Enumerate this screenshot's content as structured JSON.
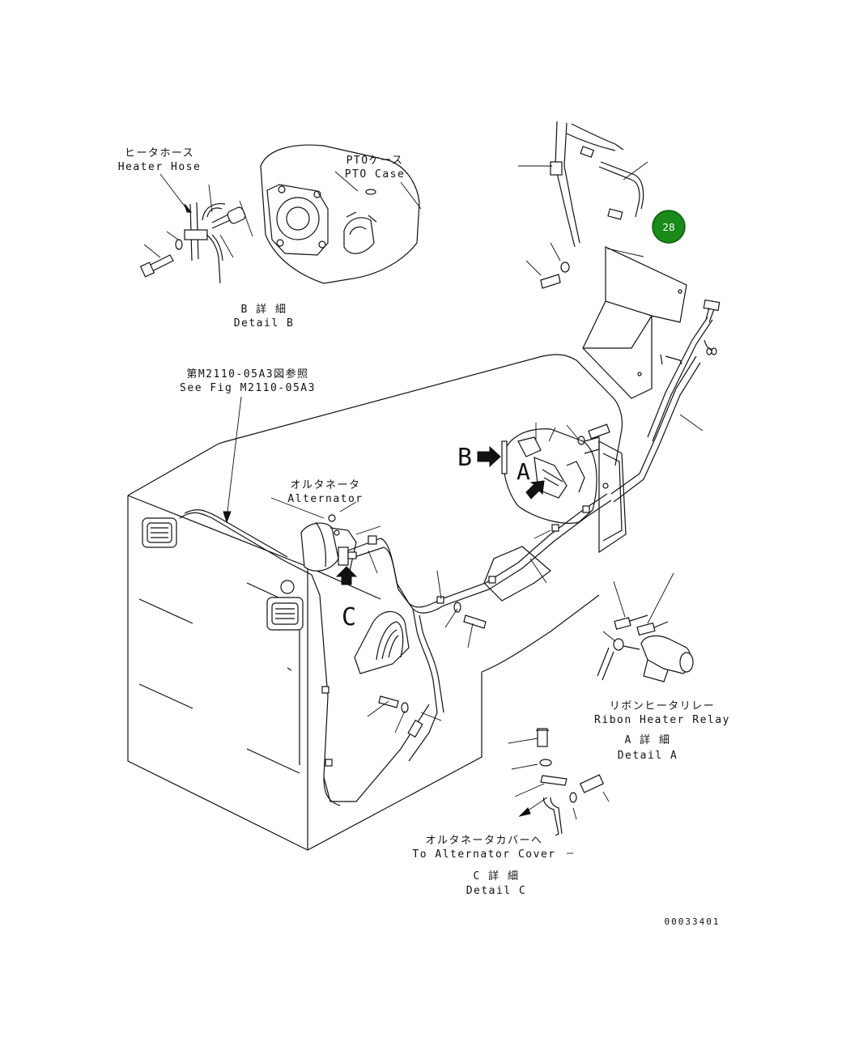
{
  "labels": {
    "heater_hose_jp": "ヒータホース",
    "heater_hose_en": "Heater Hose",
    "pto_case_jp": "PTOケース",
    "pto_case_en": "PTO Case",
    "detail_b_jp": "B 詳 細",
    "detail_b_en": "Detail B",
    "see_fig_jp": "第M2110-05A3図参照",
    "see_fig_en": "See Fig M2110-05A3",
    "alternator_jp": "オルタネータ",
    "alternator_en": "Alternator",
    "ribbon_relay_jp": "リボンヒータリレー",
    "ribbon_relay_en": "Ribon Heater Relay",
    "detail_a_jp": "A 詳 細",
    "detail_a_en": "Detail A",
    "alt_cover_jp": "オルタネータカバーへ",
    "alt_cover_en": "To Alternator Cover",
    "detail_c_jp": "C 詳 細",
    "detail_c_en": "Detail C",
    "view_a": "A",
    "view_b": "B",
    "view_c": "C",
    "drawing_no": "00033401"
  },
  "callout": {
    "number": "28",
    "color": "#1a8a1a"
  }
}
